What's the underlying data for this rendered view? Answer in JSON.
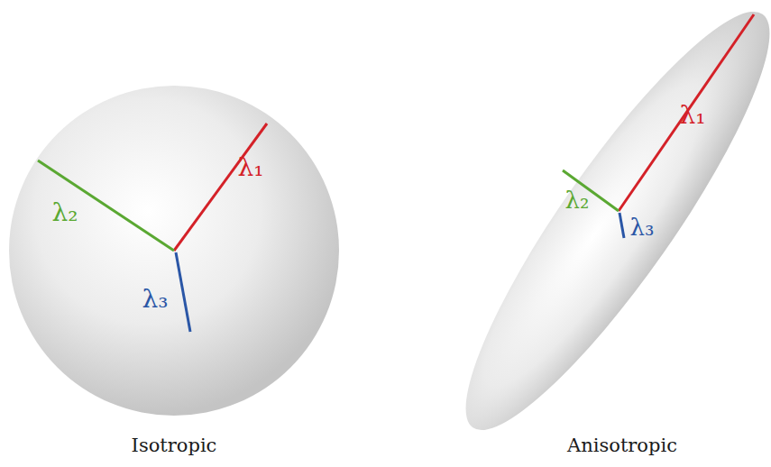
{
  "diagram": {
    "labels": [
      "λ₁",
      "λ₂",
      "λ₃",
      "λ₁",
      "λ₂",
      "λ₃",
      "Isotropic",
      "Anisotropic"
    ]
  }
}
